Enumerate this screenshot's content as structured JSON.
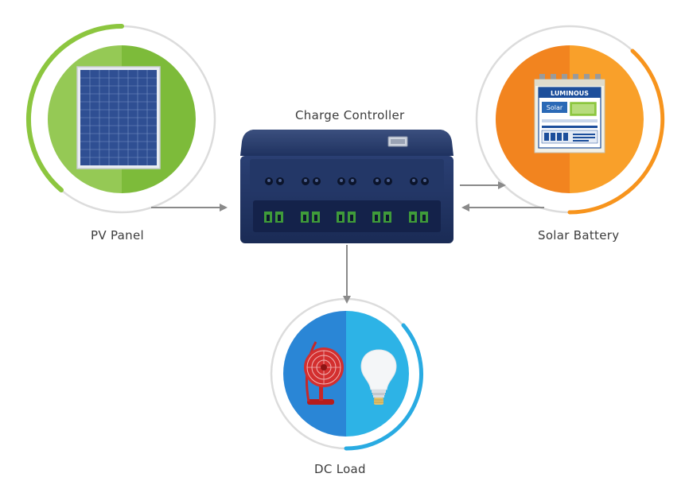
{
  "labels": {
    "pv_panel": "PV Panel",
    "charge_controller": "Charge Controller",
    "solar_battery": "Solar Battery",
    "dc_load": "DC Load"
  },
  "battery_branding": {
    "brand": "LUMINOUS",
    "product": "Solar"
  },
  "colors": {
    "pv_ring": "#8cc63f",
    "battery_ring": "#f7941d",
    "load_ring": "#29abe2",
    "controller": "#253a6b",
    "arrow": "#8a8a8a",
    "outer_ring": "#dcdcdc"
  },
  "icons": {
    "pv": "solar-panel-icon",
    "controller": "charge-controller-icon",
    "battery": "battery-icon",
    "fan": "table-fan-icon",
    "bulb": "light-bulb-icon"
  }
}
